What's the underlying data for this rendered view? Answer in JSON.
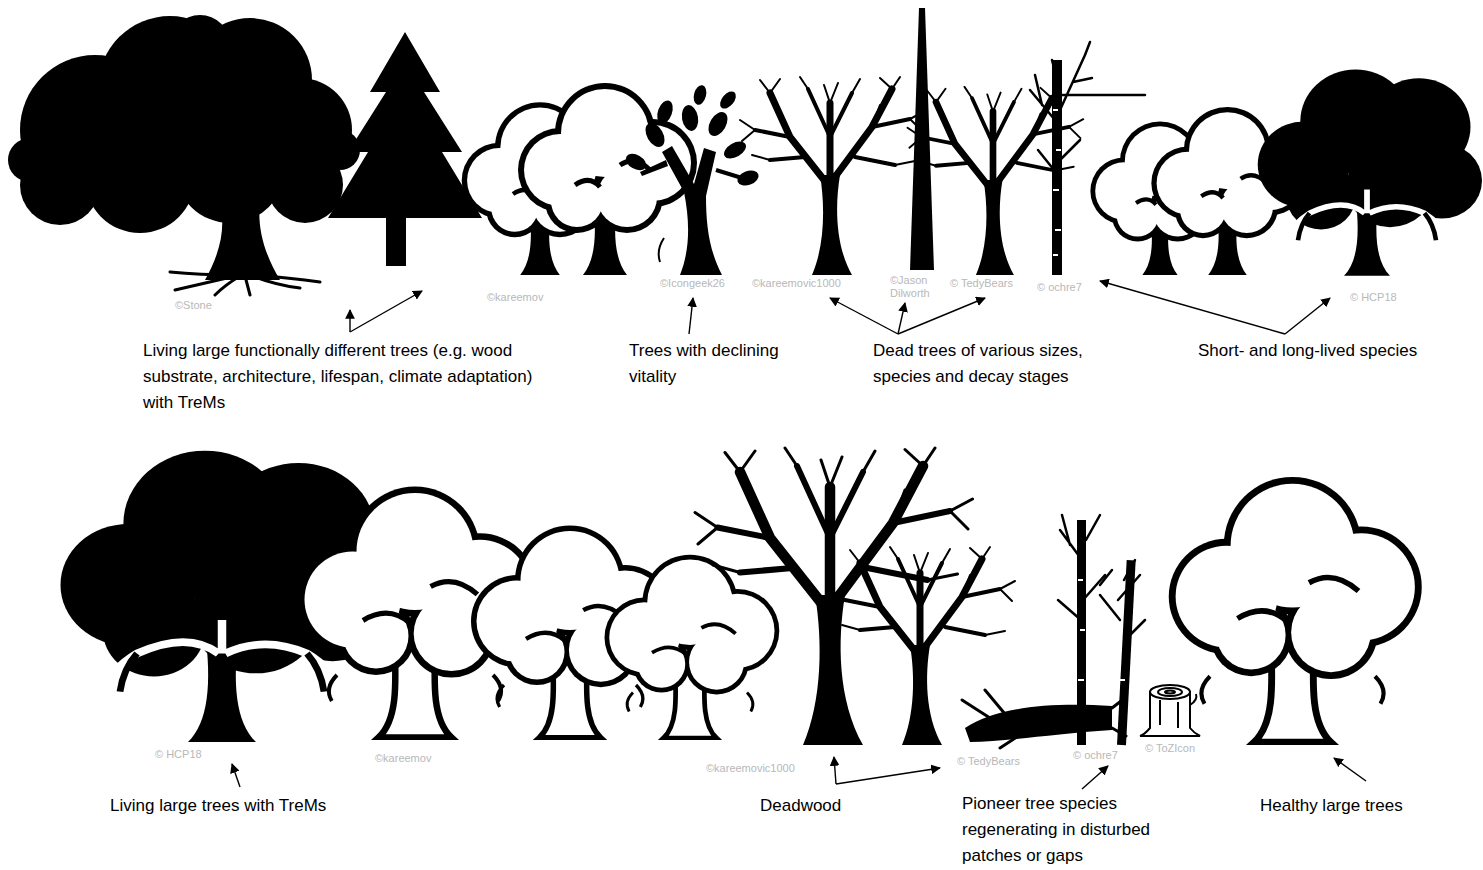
{
  "diagram": {
    "labels": [
      "Living large functionally different trees (e.g. wood substrate, architecture, lifespan, climate adaptation) with TreMs",
      "Trees with declining vitality",
      "Dead trees of various sizes, species and decay stages",
      "Short- and long-lived species",
      "Living large trees with TreMs",
      "Deadwood",
      "Pioneer tree species regenerating in disturbed patches or gaps",
      "Healthy large trees",
      "©Stone",
      "©kareemov",
      "©Icongeek26",
      "©kareemovic1000",
      "©Jason Dilworth",
      "© TedyBears",
      "© ochre7",
      "© HCP18",
      "© HCP18",
      "©kareemov",
      "©kareemovic1000",
      "© TedyBears",
      "© ochre7",
      "© ToZIcon"
    ]
  }
}
